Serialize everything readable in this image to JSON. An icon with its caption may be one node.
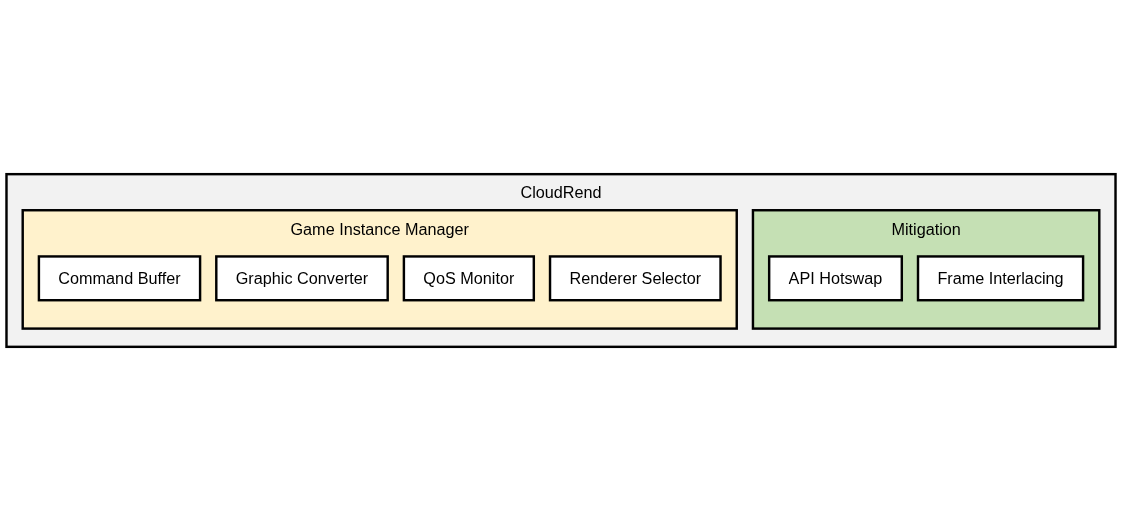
{
  "diagram": {
    "nodes": [
      {
        "text": [
          "CloudRend"
        ]
      },
      {
        "text": [
          "Game Instance Manager"
        ],
        "in": 0
      },
      {
        "text": [
          "Command Buffer"
        ],
        "in": 1
      },
      {
        "text": [
          "Graphic Converter"
        ],
        "in": 1
      },
      {
        "text": [
          "QoS Monitor"
        ],
        "in": 1
      },
      {
        "text": [
          "Renderer Selector"
        ],
        "in": 1
      },
      {
        "text": [
          "Mitigation"
        ],
        "in": 0
      },
      {
        "text": [
          "API Hotswap"
        ],
        "in": 6
      },
      {
        "text": [
          "Frame Interlacing"
        ],
        "in": 6
      }
    ]
  }
}
